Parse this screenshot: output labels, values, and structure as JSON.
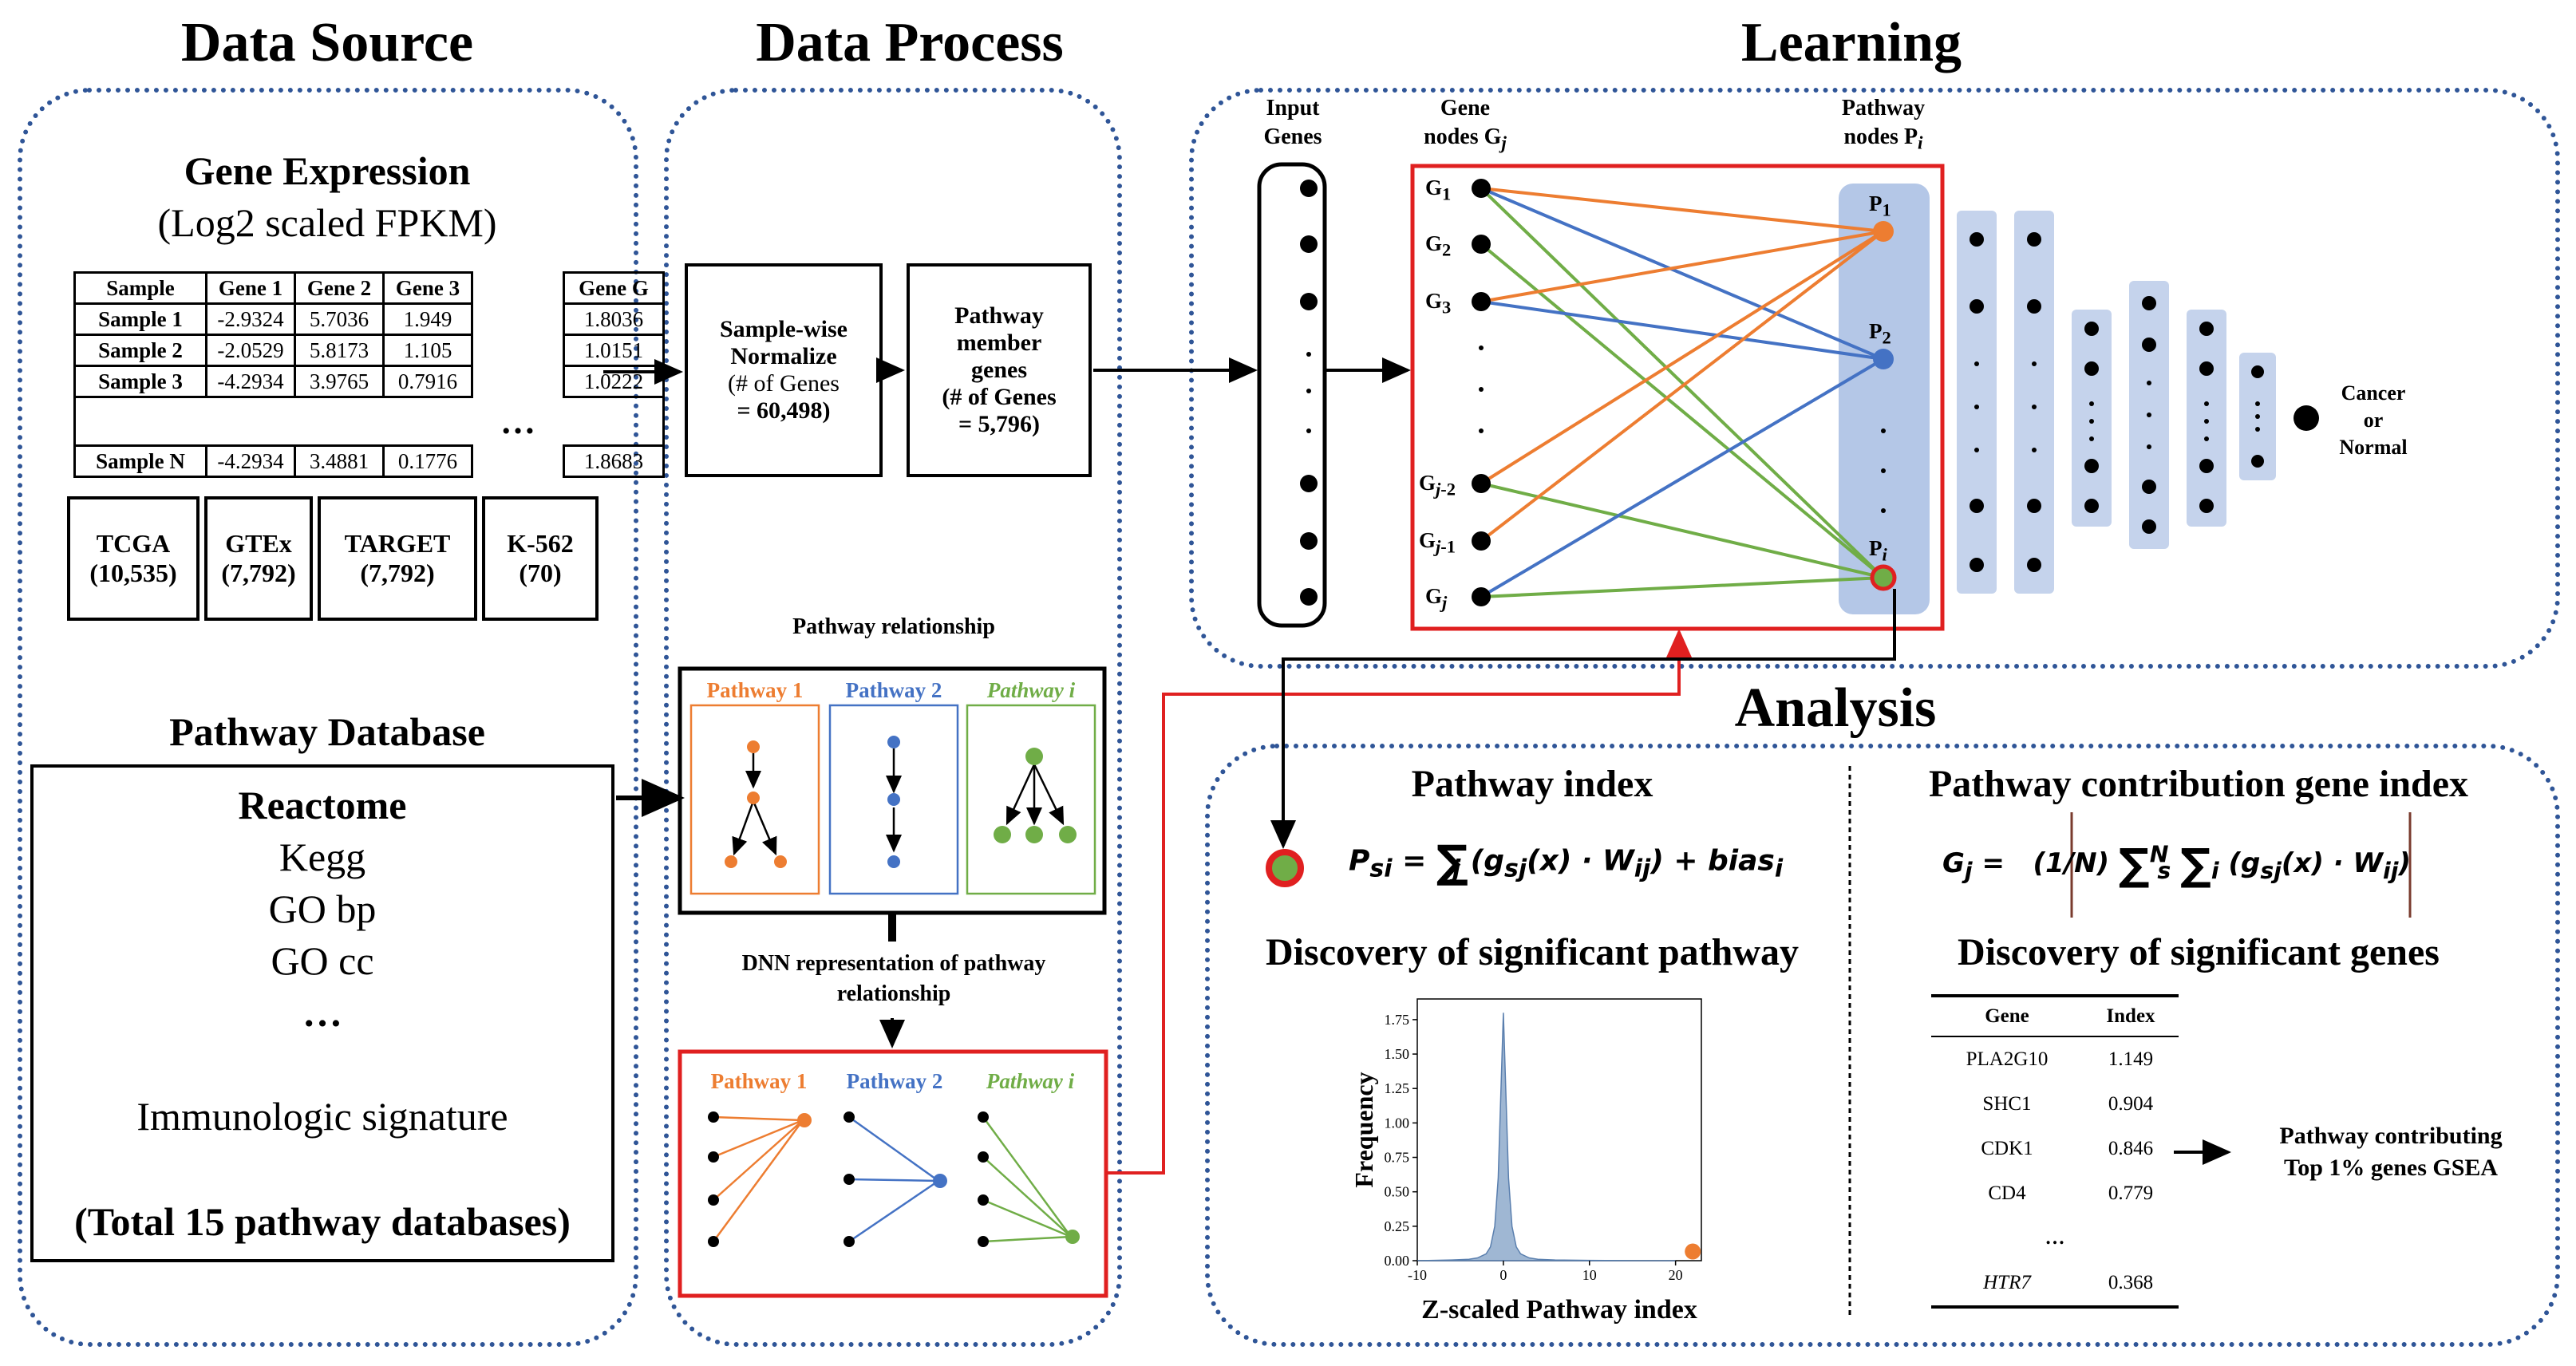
{
  "sections": {
    "data_source": "Data Source",
    "data_process": "Data Process",
    "learning": "Learning",
    "analysis": "Analysis"
  },
  "gene_expression": {
    "title": "Gene Expression",
    "subtitle": "(Log2 scaled FPKM)",
    "columns": [
      "Sample",
      "Gene 1",
      "Gene 2",
      "Gene 3",
      "Gene G"
    ],
    "rows": [
      {
        "sample": "Sample 1",
        "g1": "-2.9324",
        "g2": "5.7036",
        "g3": "1.949",
        "gG": "1.8036"
      },
      {
        "sample": "Sample 2",
        "g1": "-2.0529",
        "g2": "5.8173",
        "g3": "1.105",
        "gG": "1.0151"
      },
      {
        "sample": "Sample 3",
        "g1": "-4.2934",
        "g2": "3.9765",
        "g3": "0.7916",
        "gG": "1.0222"
      },
      {
        "sample": "Sample N",
        "g1": "-4.2934",
        "g2": "3.4881",
        "g3": "0.1776",
        "gG": "1.8683"
      }
    ],
    "ellipsis": "…",
    "sources": [
      {
        "name": "TCGA",
        "count": "(10,535)"
      },
      {
        "name": "GTEx",
        "count": "(7,792)"
      },
      {
        "name": "TARGET",
        "count": "(7,792)"
      },
      {
        "name": "K-562",
        "count": "(70)"
      }
    ]
  },
  "pathway_database": {
    "title": "Pathway Database",
    "items": [
      "Reactome",
      "Kegg",
      "GO bp",
      "GO cc",
      "…",
      "Immunologic signature"
    ],
    "total": "(Total 15 pathway databases)"
  },
  "process": {
    "normalize": {
      "line1": "Sample-wise",
      "line2": "Normalize",
      "line3": "(# of Genes",
      "line4": "= 60,498)"
    },
    "member": {
      "line1": "Pathway",
      "line2": "member",
      "line3": "genes",
      "line4": "(# of Genes",
      "line5": "= 5,796)"
    },
    "relationship_title": "Pathway relationship",
    "pathways": [
      "Pathway 1",
      "Pathway 2",
      "Pathway i"
    ],
    "dnn_title_1": "DNN representation of pathway",
    "dnn_title_2": "relationship"
  },
  "network": {
    "input_label_1": "Input",
    "input_label_2": "Genes",
    "gene_label_1": "Gene",
    "gene_label_2": "nodes G",
    "gene_label_sub": "j",
    "pathway_label_1": "Pathway",
    "pathway_label_2": "nodes P",
    "pathway_label_sub": "i",
    "gene_nodes": [
      "G1",
      "G2",
      "G3",
      "Gj-2",
      "Gj-1",
      "Gj"
    ],
    "pathway_nodes": [
      "P1",
      "P2",
      "Pi"
    ],
    "output_1": "Cancer",
    "output_2": "or",
    "output_3": "Normal"
  },
  "analysis": {
    "pathway_index_title": "Pathway index",
    "pathway_formula": "P_si = Σ_j (g_sj(x) · W_ij) + bias_i",
    "discovery_pathway": "Discovery of significant pathway",
    "contribution_title": "Pathway contribution gene index",
    "gene_formula": "G_j = |(1/N) Σ_s^N Σ_i (g_sj(x) · W_ij)|",
    "discovery_genes": "Discovery of significant genes",
    "gene_table": {
      "headers": [
        "Gene",
        "Index"
      ],
      "rows": [
        {
          "gene": "PLA2G10",
          "index": "1.149"
        },
        {
          "gene": "SHC1",
          "index": "0.904"
        },
        {
          "gene": "CDK1",
          "index": "0.846"
        },
        {
          "gene": "CD4",
          "index": "0.779"
        },
        {
          "gene": "…",
          "index": ""
        },
        {
          "gene": "HTR7",
          "index": "0.368"
        }
      ]
    },
    "gsea_1": "Pathway contributing",
    "gsea_2": "Top 1% genes GSEA"
  },
  "chart_data": {
    "type": "area",
    "title": "",
    "xlabel": "Z-scaled Pathway index",
    "ylabel": "Frequency",
    "xlim": [
      -10,
      23
    ],
    "ylim": [
      0,
      1.9
    ],
    "xticks": [
      "-10",
      "0",
      "10",
      "20"
    ],
    "yticks": [
      "0.00",
      "0.25",
      "0.50",
      "0.75",
      "1.00",
      "1.25",
      "1.50",
      "1.75"
    ],
    "series": [
      {
        "x": [
          -10,
          -6,
          -4,
          -3,
          -2,
          -1.5,
          -1,
          -0.6,
          -0.3,
          0,
          0.3,
          0.6,
          1,
          1.5,
          2,
          3,
          4,
          6,
          10,
          15,
          20
        ],
        "y": [
          0.0,
          0.005,
          0.01,
          0.02,
          0.05,
          0.1,
          0.25,
          0.6,
          1.2,
          1.8,
          1.2,
          0.6,
          0.25,
          0.1,
          0.05,
          0.02,
          0.01,
          0.005,
          0.002,
          0.0,
          0.0
        ]
      }
    ],
    "highlight_point": {
      "x": 22,
      "y": 0.02
    },
    "grid": false
  },
  "colors": {
    "panel_border": "#2f5597",
    "orange": "#ed7d31",
    "blue": "#4472c4",
    "green": "#70ad47",
    "red": "#e02020",
    "pathway_column": "#b4c7e7",
    "hidden_layers": "#c5d3ec",
    "histogram": "#7f9fc4"
  }
}
